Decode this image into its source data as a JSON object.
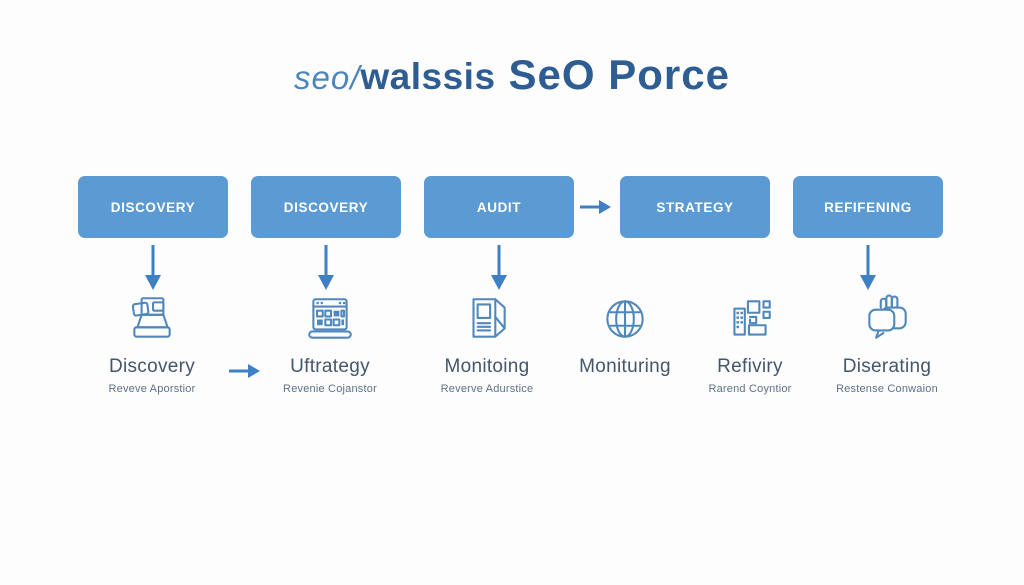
{
  "title": {
    "part1": "seo/",
    "part2": "walssis",
    "part3": "SeO Porce"
  },
  "boxes": [
    {
      "label": "DISCOVERY"
    },
    {
      "label": "DISCOVERY"
    },
    {
      "label": "AUDIT"
    },
    {
      "label": "STRATEGY"
    },
    {
      "label": "REFIFENING"
    }
  ],
  "steps": [
    {
      "icon": "pos-device-icon",
      "label": "Discovery",
      "sublabel": "Reveve Aporstior"
    },
    {
      "icon": "laptop-dashboard-icon",
      "label": "Uftrategy",
      "sublabel": "Revenie Cojanstor"
    },
    {
      "icon": "document-icon",
      "label": "Monitoing",
      "sublabel": "Reverve Adurstice"
    },
    {
      "icon": "globe-icon",
      "label": "Monituring",
      "sublabel": ""
    },
    {
      "icon": "blocks-icon",
      "label": "Refiviry",
      "sublabel": "Rarend Coyntior"
    },
    {
      "icon": "hand-chat-icon",
      "label": "Diserating",
      "sublabel": "Restense Conwaion"
    }
  ],
  "colors": {
    "box_blue": "#5b9ad3",
    "arrow_blue": "#3f7fc4",
    "icon_blue": "#5188bb",
    "title_dark": "#2d5d92",
    "title_light": "#4d86bf",
    "label_gray": "#44566b",
    "sublabel_gray": "#5f7183",
    "background": "#fdfdfe"
  }
}
